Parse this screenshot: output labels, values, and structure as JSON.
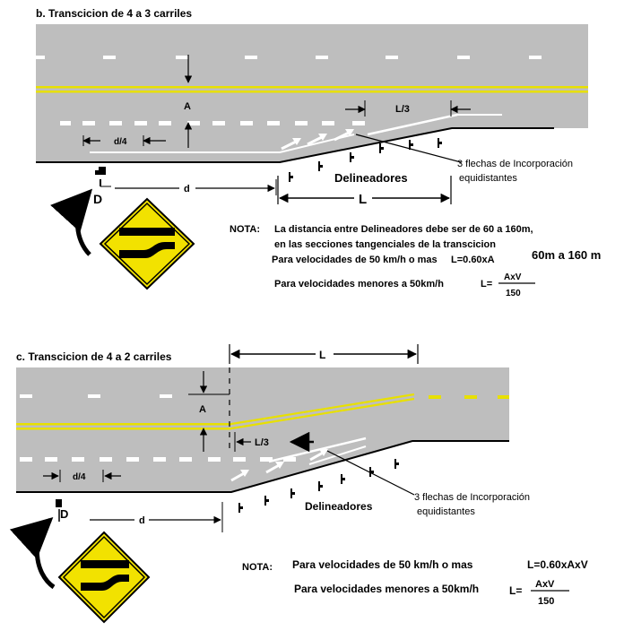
{
  "colors": {
    "road": "#bebebe",
    "edge": "#000000",
    "lane_line": "#ffffff",
    "center_line": "#e8e000",
    "sign": "#f2e200",
    "ink": "#000000"
  },
  "section_b": {
    "title": "b. Transcicion de 4 a 3 carriles",
    "label_A": "A",
    "label_L3": "L/3",
    "label_d4": "d/4",
    "label_d": "d",
    "label_L": "L",
    "label_D": "D",
    "delineators": "Delineadores",
    "arrows_line1": "3 flechas de Incorporación",
    "arrows_line2": "equidistantes",
    "note_label": "NOTA:",
    "note_line1": "La distancia entre Delineadores debe ser de 60 a 160m,",
    "note_line2": "en las  secciones tangenciales de la transcicion",
    "note_line3": "Para velocidades de 50 km/h o mas",
    "formula1": "L=0.60xA",
    "formula1_suffix": "60m a 160 m",
    "note_line4": "Para velocidades menores a 50km/h",
    "formula2_lhs": "L=",
    "formula2_num": "AxV",
    "formula2_den": "150"
  },
  "section_c": {
    "title": "c. Transcicion de 4 a 2 carriles",
    "label_L": "L",
    "label_A": "A",
    "label_L3": "L/3",
    "label_d4": "d/4",
    "label_d": "d",
    "label_D": "D",
    "delineators": "Delineadores",
    "arrows_line1": "3 flechas de Incorporación",
    "arrows_line2": "equidistantes",
    "note_label": "NOTA:",
    "note_line1": "Para velocidades de 50 km/h o mas",
    "formula1": "L=0.60xAxV",
    "note_line2": "Para velocidades menores a 50km/h",
    "formula2_lhs": "L=",
    "formula2_num": "AxV",
    "formula2_den": "150"
  }
}
